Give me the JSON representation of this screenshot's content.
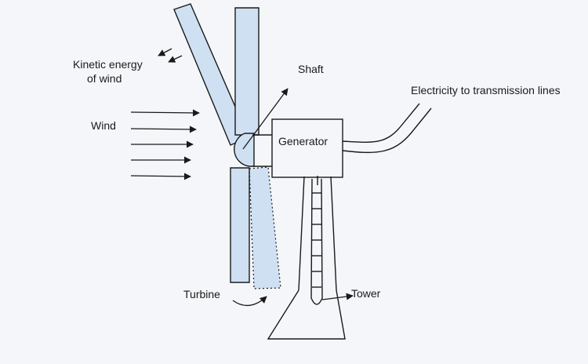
{
  "colors": {
    "background": "#f4f6f9",
    "blade_fill": "#cfe0f3",
    "stroke": "#1a1a1a"
  },
  "labels": {
    "kinetic_line1": "Kinetic energy",
    "kinetic_line2": "of wind",
    "wind": "Wind",
    "shaft": "Shaft",
    "generator": "Generator",
    "electricity": "Electricity to transmission lines",
    "turbine": "Turbine",
    "tower": "Tower"
  },
  "icons": {
    "blade": "turbine-blade-icon",
    "hub": "rotor-hub-icon",
    "arrow": "arrow-icon"
  }
}
